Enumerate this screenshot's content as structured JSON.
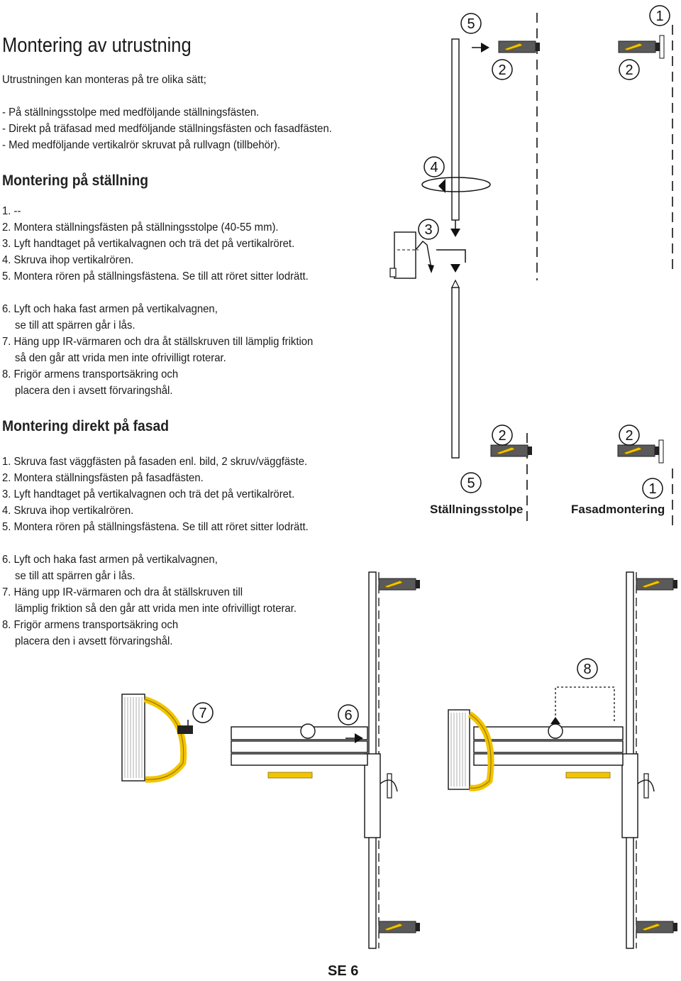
{
  "title": "Montering av utrustning",
  "intro": "Utrustningen kan monteras på tre olika sätt;",
  "methods": [
    "- På ställningsstolpe med medföljande ställningsfästen.",
    "- Direkt på träfasad med medföljande ställningsfästen och fasadfästen.",
    "- Med medföljande vertikalrör skruvat på rullvagn (tillbehör)."
  ],
  "section1": {
    "heading": "Montering på ställning",
    "steps": [
      "1. --",
      "2. Montera ställningsfästen på ställningsstolpe (40-55 mm).",
      "3. Lyft handtaget på vertikalvagnen och trä det på vertikalröret.",
      "4. Skruva ihop vertikalrören.",
      "5. Montera rören på ställningsfästena. Se till att röret sitter lodrätt."
    ],
    "steps2": [
      "6. Lyft och haka fast armen på vertikalvagnen,",
      "se till att spärren går i lås.",
      "7. Häng upp IR-värmaren och dra åt ställskruven till lämplig friktion",
      "så den går att vrida men inte ofrivilligt roterar.",
      "8. Frigör armens transportsäkring och",
      "placera den i avsett förvaringshål."
    ]
  },
  "section2": {
    "heading": "Montering direkt på fasad",
    "steps": [
      "1. Skruva fast väggfästen på fasaden enl. bild, 2 skruv/väggfäste.",
      "2. Montera ställningsfästen på fasadfästen.",
      "3. Lyft handtaget på vertikalvagnen och trä det på vertikalröret.",
      "4. Skruva ihop vertikalrören.",
      "5. Montera rören på ställningsfästena. Se till att röret sitter lodrätt."
    ],
    "steps2": [
      "6. Lyft och haka fast armen på vertikalvagnen,",
      "se till att spärren går i lås.",
      "7. Häng upp IR-värmaren och dra åt ställskruven till",
      "lämplig friktion så den går att vrida men inte ofrivilligt roterar.",
      "8. Frigör armens transportsäkring och",
      "placera den i avsett förvaringshål."
    ]
  },
  "diagram": {
    "callouts": [
      "5",
      "1",
      "2",
      "2",
      "4",
      "3",
      "2",
      "2",
      "5",
      "1",
      "7",
      "6",
      "8"
    ],
    "caption_left": "Ställningsstolpe",
    "caption_right": "Fasadmontering"
  },
  "page_number": "SE 6",
  "colors": {
    "accent": "#f2c400",
    "bracket": "#5a5a5a",
    "text": "#1a1a1a"
  }
}
